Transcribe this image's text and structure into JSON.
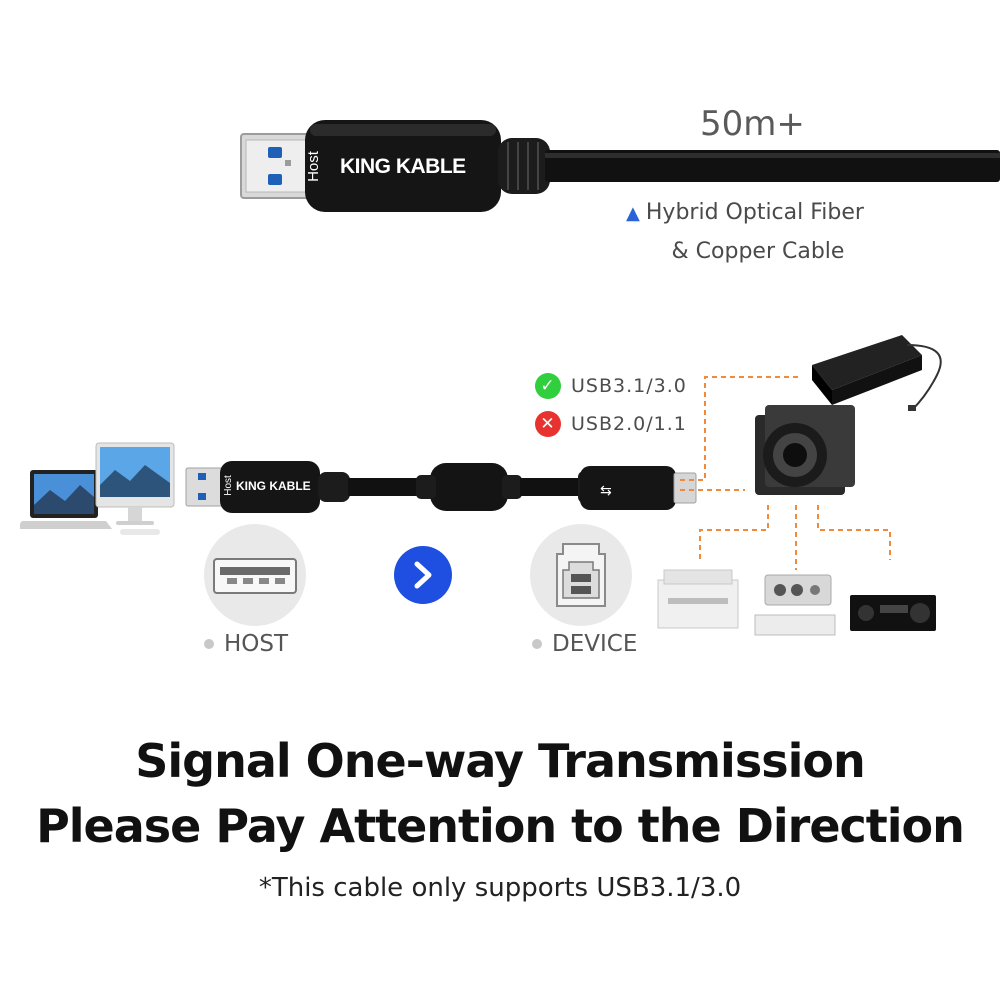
{
  "cable_top": {
    "brand": "KING KABLE",
    "end_label": "Host",
    "length": "50m+",
    "description_line1": "Hybrid Optical Fiber",
    "description_line2": "& Copper Cable"
  },
  "cable_bottom": {
    "brand": "KING KABLE",
    "end_label": "Host"
  },
  "compatibility": [
    {
      "label": "USB3.1/3.0",
      "supported": true,
      "color": "#2fcf3d"
    },
    {
      "label": "USB2.0/1.1",
      "supported": false,
      "color": "#e8322f"
    }
  ],
  "roles": {
    "host": "HOST",
    "device": "DEVICE"
  },
  "headline": {
    "line1": "Signal One-way Transmission",
    "line2": "Please Pay Attention to the Direction"
  },
  "footnote": "*This cable only supports USB3.1/3.0",
  "colors": {
    "accent_blue": "#1f4fe0",
    "connector_line": "#f08a3c",
    "cable_black": "#111111"
  }
}
